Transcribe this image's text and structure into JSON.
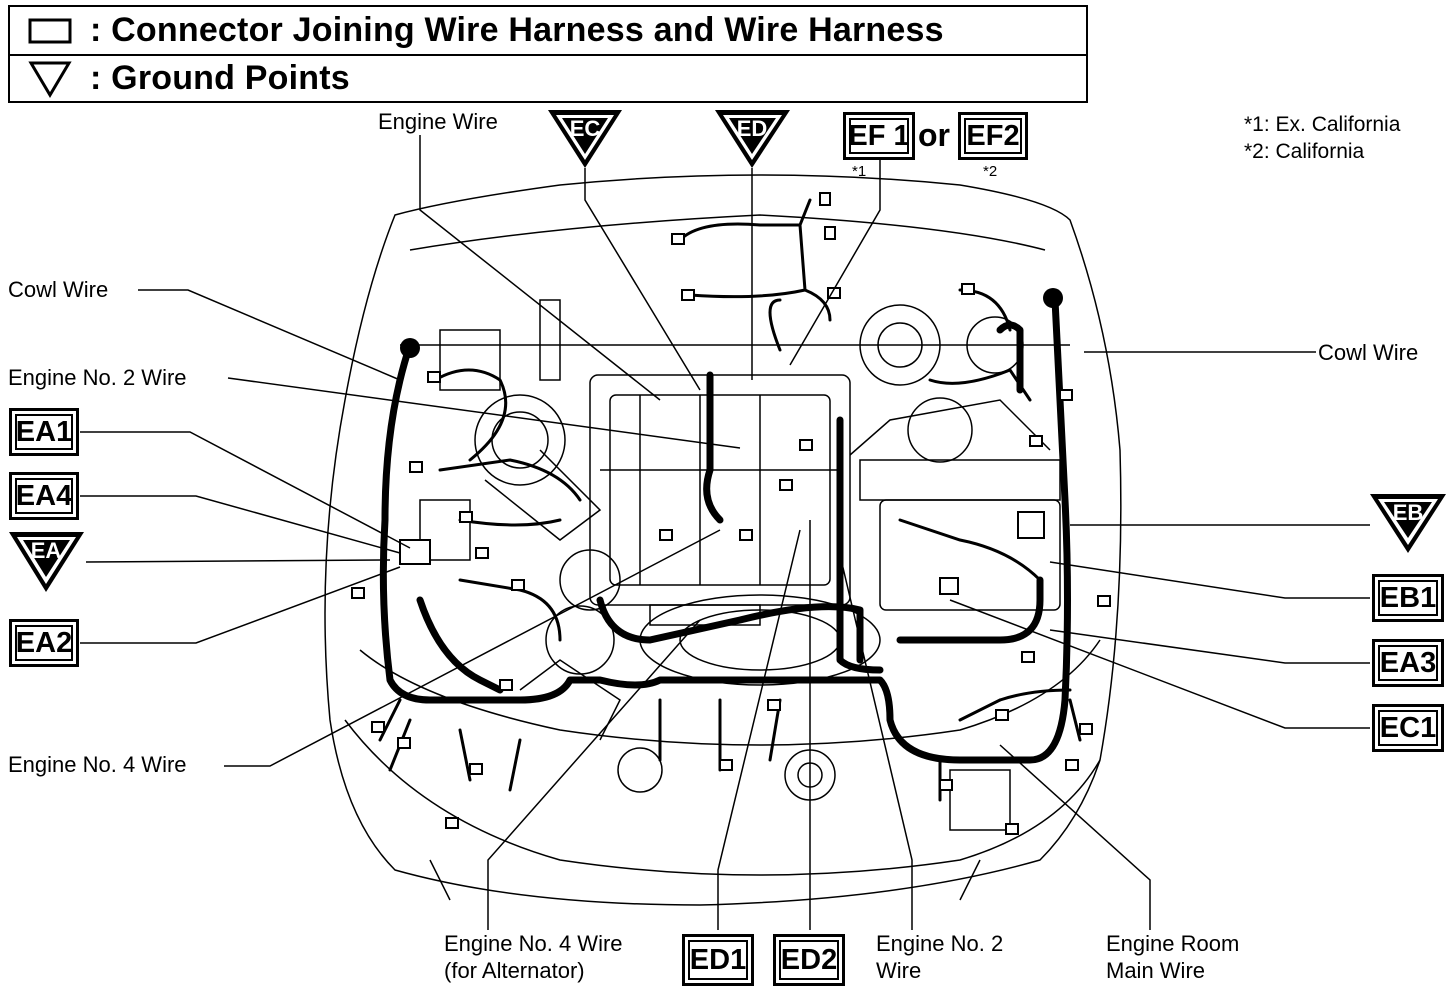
{
  "legend": {
    "connector": ": Connector Joining  Wire Harness and Wire Harness",
    "ground": ": Ground Points"
  },
  "notes": {
    "n1": "*1: Ex. California",
    "n2": "*2: California"
  },
  "ground_points": {
    "ec": "EC",
    "ed": "ED",
    "ea": "EA",
    "eb": "EB"
  },
  "connectors": {
    "ef1": "EF 1",
    "ef2": "EF2",
    "or": "or",
    "ef1_note": "*1",
    "ef2_note": "*2",
    "ea1": "EA1",
    "ea4": "EA4",
    "ea2": "EA2",
    "eb1": "EB1",
    "ea3": "EA3",
    "ec1": "EC1",
    "ed1": "ED1",
    "ed2": "ED2"
  },
  "labels": {
    "engine_wire": "Engine Wire",
    "cowl_wire_left": "Cowl Wire",
    "cowl_wire_right": "Cowl Wire",
    "engine_no2_wire_left": "Engine No. 2 Wire",
    "engine_no4_wire_left": "Engine No. 4 Wire",
    "engine_no4_alt_line1": "Engine No. 4 Wire",
    "engine_no4_alt_line2": "(for Alternator)",
    "engine_no2_bottom_line1": "Engine No. 2",
    "engine_no2_bottom_line2": "Wire",
    "engine_room_line1": "Engine Room",
    "engine_room_line2": "Main Wire"
  }
}
